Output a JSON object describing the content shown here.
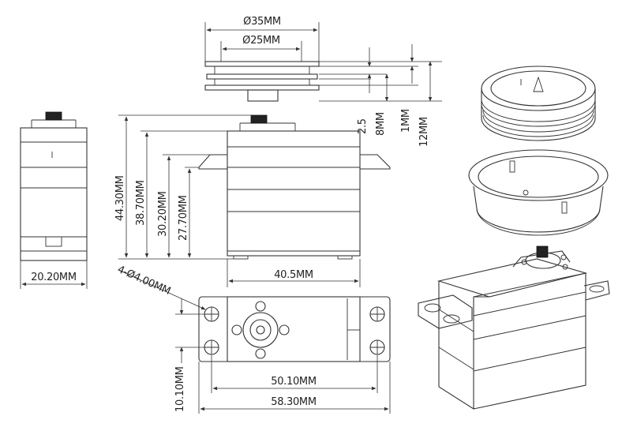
{
  "dimensions": {
    "horn_outer_dia": "Ø35MM",
    "horn_inner_dia": "Ø25MM",
    "horn_gap_2_5": "2.5",
    "horn_8mm": "8MM",
    "horn_1mm": "1MM",
    "horn_12mm": "12MM",
    "height_44_30": "44.30MM",
    "height_38_70": "38.70MM",
    "height_30_20": "30.20MM",
    "height_27_70": "27.70MM",
    "side_width": "20.20MM",
    "body_length": "40.5MM",
    "mount_holes": "4-Ø4.00MM",
    "hole_spacing_vertical": "10.10MM",
    "hole_spacing_horizontal": "50.10MM",
    "overall_length": "58.30MM"
  }
}
